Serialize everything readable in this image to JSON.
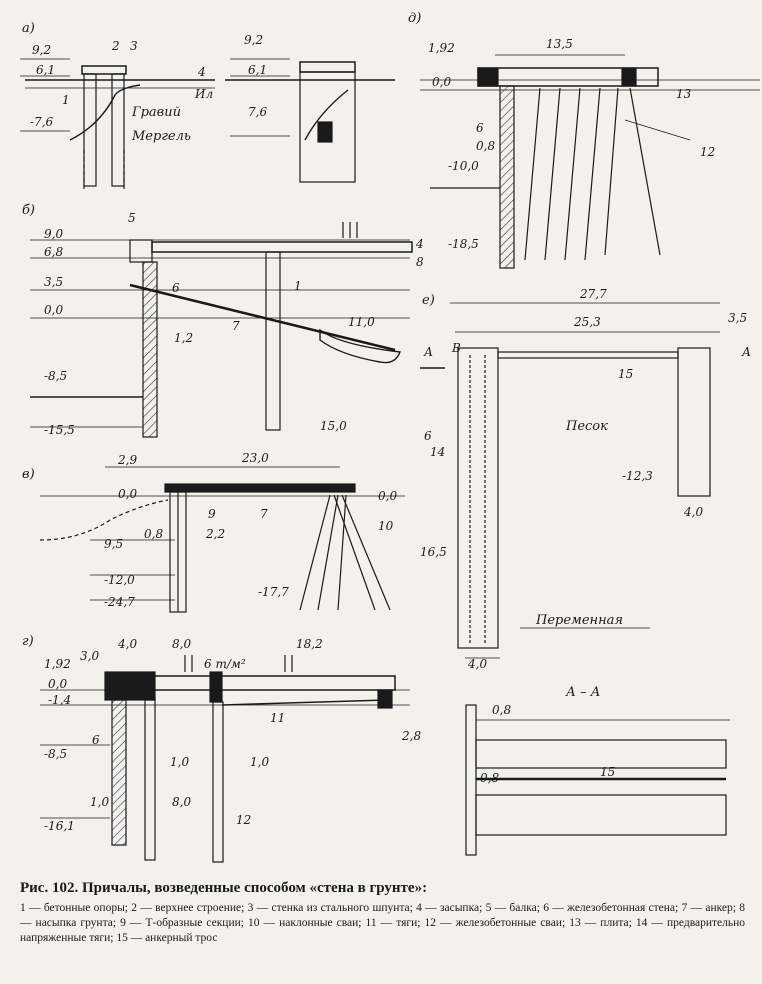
{
  "panels": {
    "a": {
      "letter": "а)",
      "levels": [
        "9,2",
        "6,1",
        "-7,6"
      ],
      "levels2": [
        "9,2",
        "6,1",
        "7,6"
      ],
      "callouts": [
        "2",
        "3",
        "4",
        "1",
        "Ил"
      ],
      "soils": [
        "Гравий",
        "Мергель"
      ]
    },
    "b": {
      "letter": "б)",
      "levels": [
        "9,0",
        "6,8",
        "3,5",
        "0,0",
        "-8,5",
        "-15,5"
      ],
      "callouts": [
        "5",
        "6",
        "1",
        "4",
        "8",
        "7"
      ],
      "dims": [
        "1,2",
        "11,0",
        "15,0"
      ]
    },
    "v": {
      "letter": "в)",
      "levels": [
        "2,9",
        "0,0",
        "9,5",
        "-12,0",
        "-24,7",
        "0,0",
        "-17,7"
      ],
      "callouts": [
        "9",
        "7",
        "10"
      ],
      "dims": [
        "23,0",
        "0,8",
        "2,2"
      ]
    },
    "g": {
      "letter": "г)",
      "levels": [
        "1,92",
        "0,0",
        "-1,4",
        "-8,5",
        "-16,1"
      ],
      "callouts": [
        "6",
        "11",
        "12"
      ],
      "dims": [
        "4,0",
        "8,0",
        "18,2",
        "3,0",
        "1,0",
        "1,0",
        "1,0",
        "8,0",
        "2,8"
      ],
      "load": "6 т/м²"
    },
    "d": {
      "letter": "д)",
      "levels": [
        "1,92",
        "0,0",
        "-10,0",
        "-18,5"
      ],
      "callouts": [
        "13",
        "6",
        "12"
      ],
      "dims": [
        "13,5",
        "0,8"
      ]
    },
    "e": {
      "letter": "е)",
      "dims": [
        "27,7",
        "25,3",
        "3,5",
        "4,0",
        "4,0"
      ],
      "levels": [
        "-12,3",
        "16,5"
      ],
      "callouts": [
        "15",
        "6",
        "14",
        "А",
        "А",
        "В"
      ],
      "soil": "Песок",
      "variable": "Переменная"
    },
    "aa": {
      "title": "А – А",
      "dims": [
        "0,8",
        "0,8"
      ],
      "callouts": [
        "15"
      ]
    }
  },
  "caption": {
    "title": "Рис. 102. Причалы, возведенные способом «стена в грунте»:",
    "legend": "1 — бетонные опоры; 2 — верхнее строение; 3 — стенка из стального шпунта; 4 — засыпка; 5 — балка; 6 — железобетонная стена; 7 — анкер; 8 — насыпка грунта; 9 — Т-образные секции; 10 — наклонные сваи; 11 — тяги; 12 — железобетонные сваи; 13 — плита; 14 — предварительно напряженные тяги; 15 — анкерный трос"
  }
}
